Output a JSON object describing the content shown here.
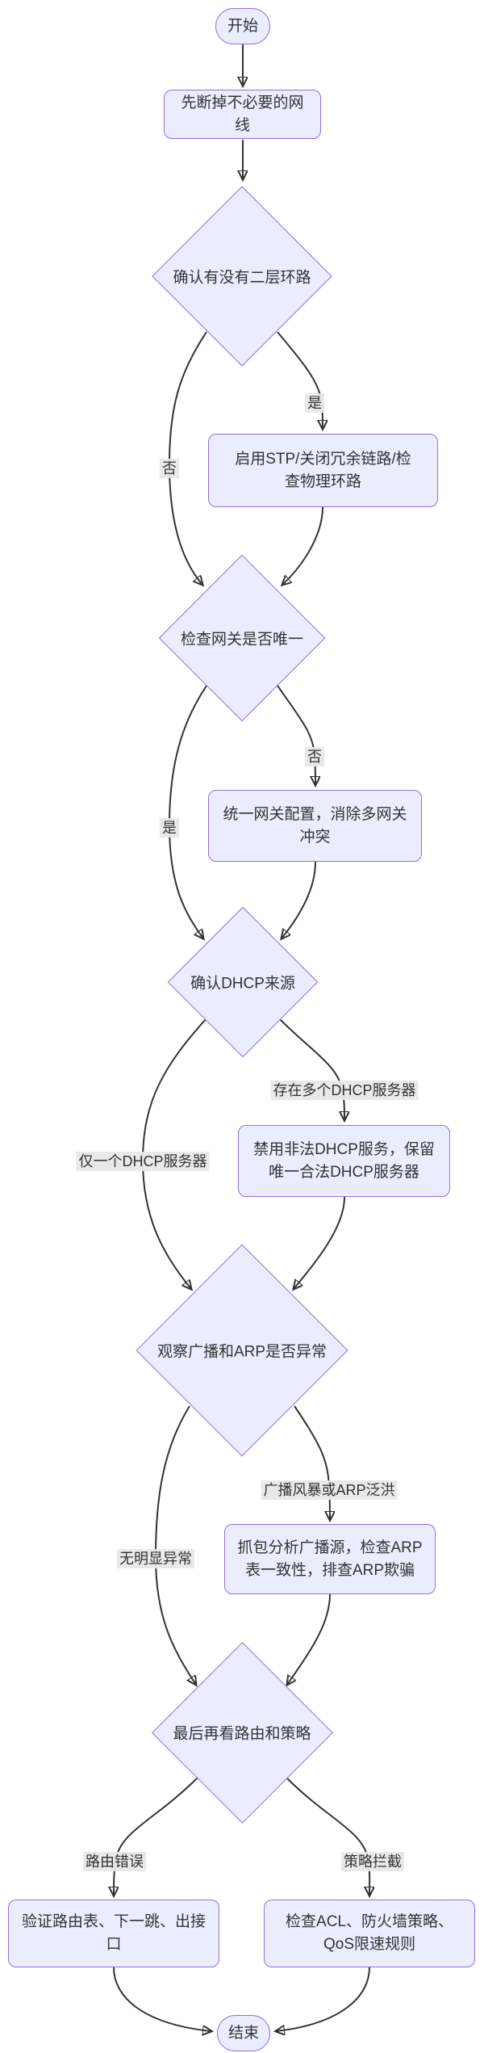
{
  "diagram": {
    "type": "flowchart-top-down",
    "colors": {
      "node_fill": "#ECECFF",
      "node_border": "#9370DB",
      "edge_color": "#333333",
      "edge_label_bg": "#E8E8E8",
      "text_color": "#333333",
      "background": "#FFFFFF"
    },
    "nodes": {
      "start": {
        "label": "开始"
      },
      "step1": {
        "label": "先断掉不必要的网线"
      },
      "dec1": {
        "label": "确认有没有二层环路"
      },
      "act1": {
        "label": "启用STP/关闭冗余链路/检\n查物理环路"
      },
      "dec2": {
        "label": "检查网关是否唯一"
      },
      "act2": {
        "label": "统一网关配置，消除多网关\n冲突"
      },
      "dec3": {
        "label": "确认DHCP来源"
      },
      "act3": {
        "label": "禁用非法DHCP服务，保留\n唯一合法DHCP服务器"
      },
      "dec4": {
        "label": "观察广播和ARP是否异常"
      },
      "act4": {
        "label": "抓包分析广播源，检查ARP\n表一致性，排查ARP欺骗"
      },
      "dec5": {
        "label": "最后再看路由和策略"
      },
      "act5": {
        "label": "验证路由表、下一跳、出接\n口"
      },
      "act6": {
        "label": "检查ACL、防火墙策略、\nQoS限速规则"
      },
      "end": {
        "label": "结束"
      }
    },
    "edges": [
      {
        "from": "start",
        "to": "step1",
        "label": ""
      },
      {
        "from": "step1",
        "to": "dec1",
        "label": ""
      },
      {
        "from": "dec1",
        "to": "act1",
        "label": "是"
      },
      {
        "from": "dec1",
        "to": "dec2",
        "label": "否"
      },
      {
        "from": "act1",
        "to": "dec2",
        "label": ""
      },
      {
        "from": "dec2",
        "to": "act2",
        "label": "否"
      },
      {
        "from": "dec2",
        "to": "dec3",
        "label": "是"
      },
      {
        "from": "act2",
        "to": "dec3",
        "label": ""
      },
      {
        "from": "dec3",
        "to": "act3",
        "label": "存在多个DHCP服务器"
      },
      {
        "from": "dec3",
        "to": "dec4",
        "label": "仅一个DHCP服务器"
      },
      {
        "from": "act3",
        "to": "dec4",
        "label": ""
      },
      {
        "from": "dec4",
        "to": "act4",
        "label": "广播风暴或ARP泛洪"
      },
      {
        "from": "dec4",
        "to": "dec5",
        "label": "无明显异常"
      },
      {
        "from": "act4",
        "to": "dec5",
        "label": ""
      },
      {
        "from": "dec5",
        "to": "act5",
        "label": "路由错误"
      },
      {
        "from": "dec5",
        "to": "act6",
        "label": "策略拦截"
      },
      {
        "from": "act5",
        "to": "end",
        "label": ""
      },
      {
        "from": "act6",
        "to": "end",
        "label": ""
      }
    ]
  }
}
